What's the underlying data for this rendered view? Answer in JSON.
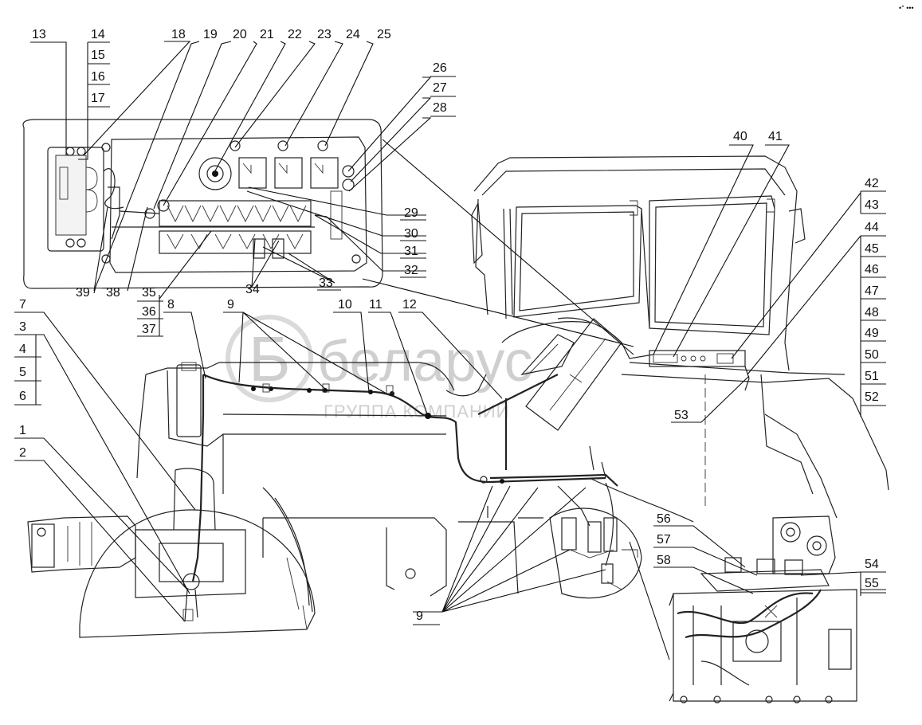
{
  "corner_mark": "•° •••",
  "watermark": {
    "brand": "беларус",
    "subtitle": "ГРУППА КОМПАНИЙ"
  },
  "callouts": {
    "n1": "1",
    "n2": "2",
    "n3": "3",
    "n4": "4",
    "n5": "5",
    "n6": "6",
    "n7": "7",
    "n8": "8",
    "n9": "9",
    "n10": "10",
    "n11": "11",
    "n12": "12",
    "n13": "13",
    "n14": "14",
    "n15": "15",
    "n16": "16",
    "n17": "17",
    "n18": "18",
    "n19": "19",
    "n20": "20",
    "n21": "21",
    "n22": "22",
    "n23": "23",
    "n24": "24",
    "n25": "25",
    "n26": "26",
    "n27": "27",
    "n28": "28",
    "n29": "29",
    "n30": "30",
    "n31": "31",
    "n32": "32",
    "n33": "33",
    "n34": "34",
    "n35": "35",
    "n36": "36",
    "n37": "37",
    "n38": "38",
    "n39": "39",
    "n40": "40",
    "n41": "41",
    "n42": "42",
    "n43": "43",
    "n44": "44",
    "n45": "45",
    "n46": "46",
    "n47": "47",
    "n48": "48",
    "n49": "49",
    "n50": "50",
    "n51": "51",
    "n52": "52",
    "n53": "53",
    "n54": "54",
    "n55": "55",
    "n56": "56",
    "n57": "57",
    "n58": "58"
  }
}
